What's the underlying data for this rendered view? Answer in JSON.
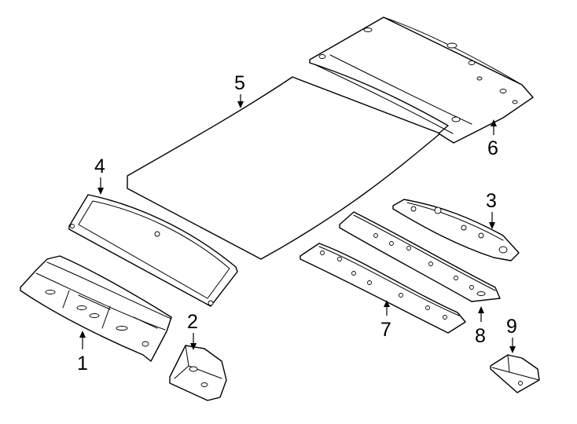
{
  "colors": {
    "line": "#000000",
    "background": "#ffffff"
  },
  "parts": [
    {
      "id": "1",
      "label": "1"
    },
    {
      "id": "2",
      "label": "2"
    },
    {
      "id": "3",
      "label": "3"
    },
    {
      "id": "4",
      "label": "4"
    },
    {
      "id": "5",
      "label": "5"
    },
    {
      "id": "6",
      "label": "6"
    },
    {
      "id": "7",
      "label": "7"
    },
    {
      "id": "8",
      "label": "8"
    },
    {
      "id": "9",
      "label": "9"
    }
  ]
}
